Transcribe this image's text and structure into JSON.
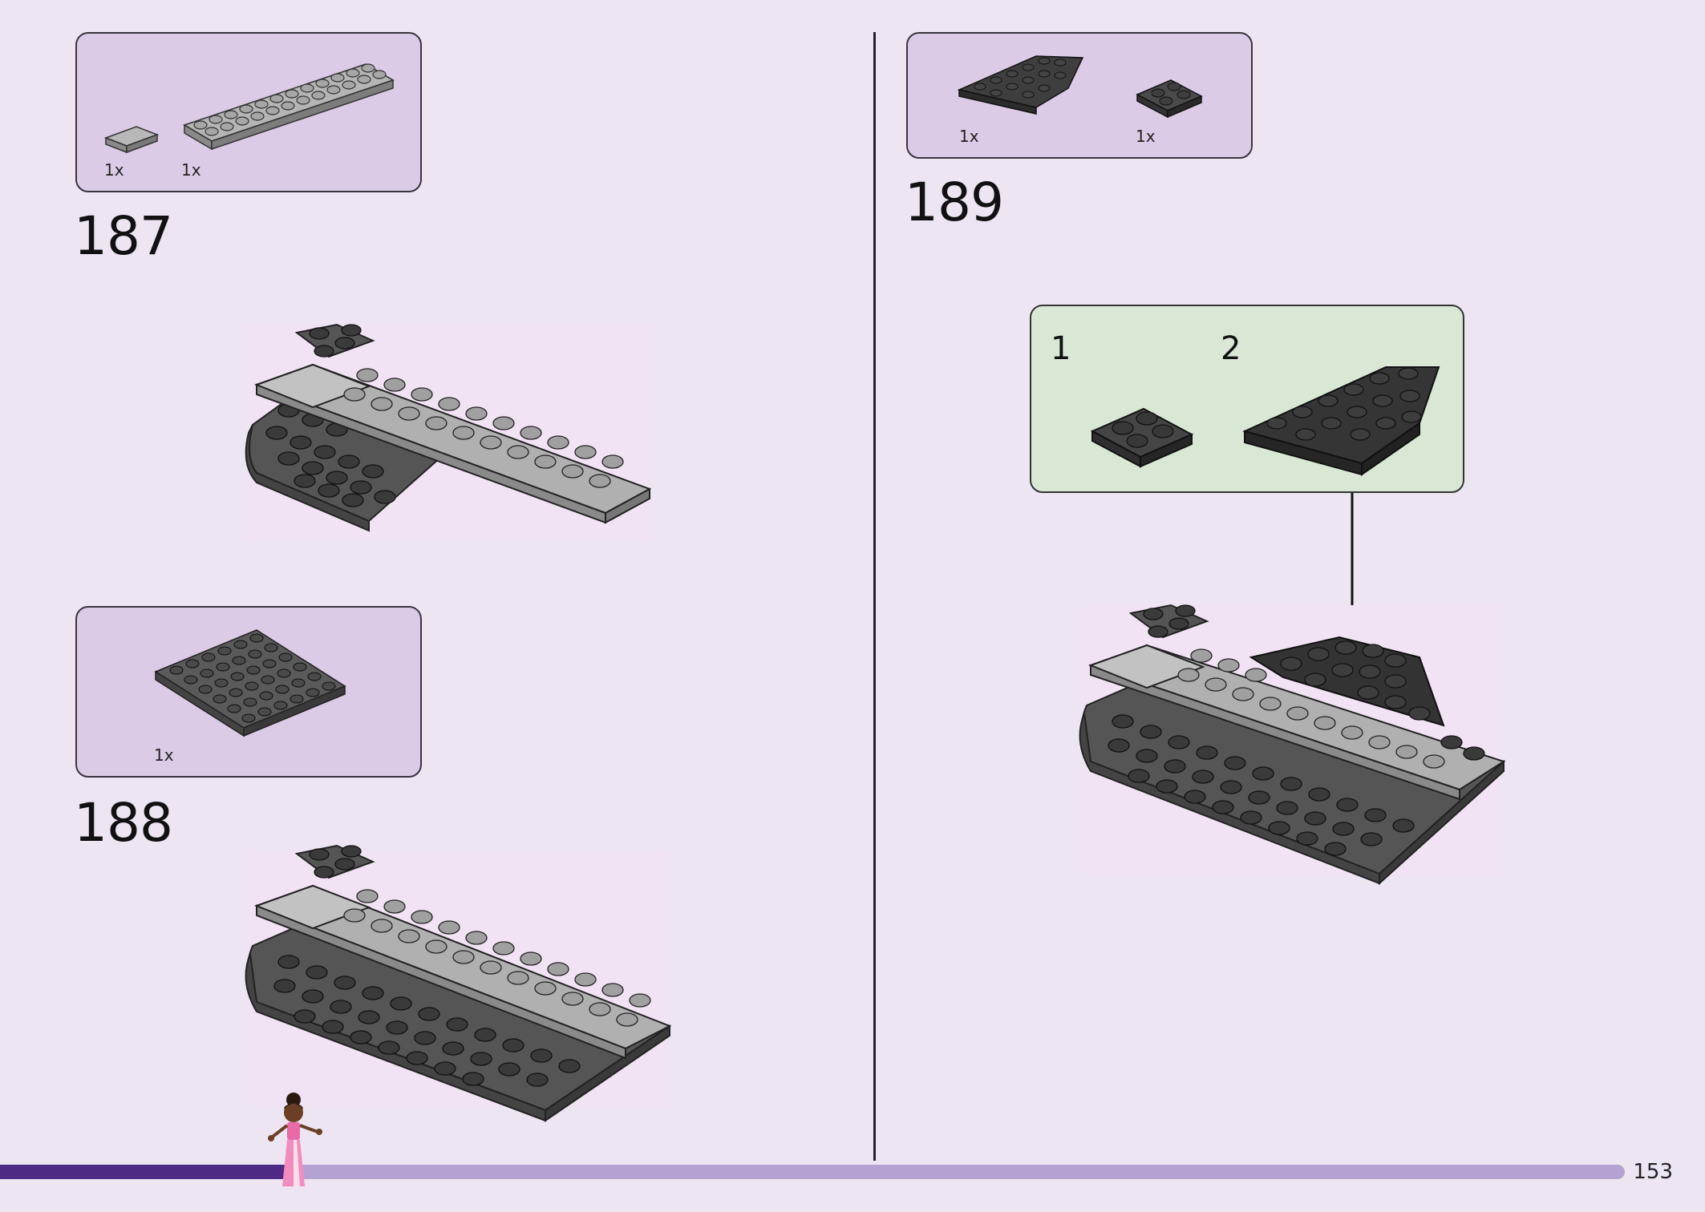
{
  "steps": [
    {
      "number": "187",
      "parts": [
        {
          "qty": "1x"
        },
        {
          "qty": "1x"
        }
      ]
    },
    {
      "number": "188",
      "parts": [
        {
          "qty": "1x"
        }
      ]
    },
    {
      "number": "189",
      "parts": [
        {
          "qty": "1x"
        },
        {
          "qty": "1x"
        }
      ],
      "substeps": [
        "1",
        "2"
      ]
    }
  ],
  "page": {
    "number": "153",
    "progress_fraction": 0.18
  },
  "colors": {
    "background": "#ede6f2",
    "parts_box": "#dccbe6",
    "substep_box": "#d9e8d5",
    "progress_fill": "#4e2a85",
    "progress_track": "#b4a2d2",
    "brick_dark": "#3a3a3a",
    "brick_light": "#9a9a9a"
  }
}
